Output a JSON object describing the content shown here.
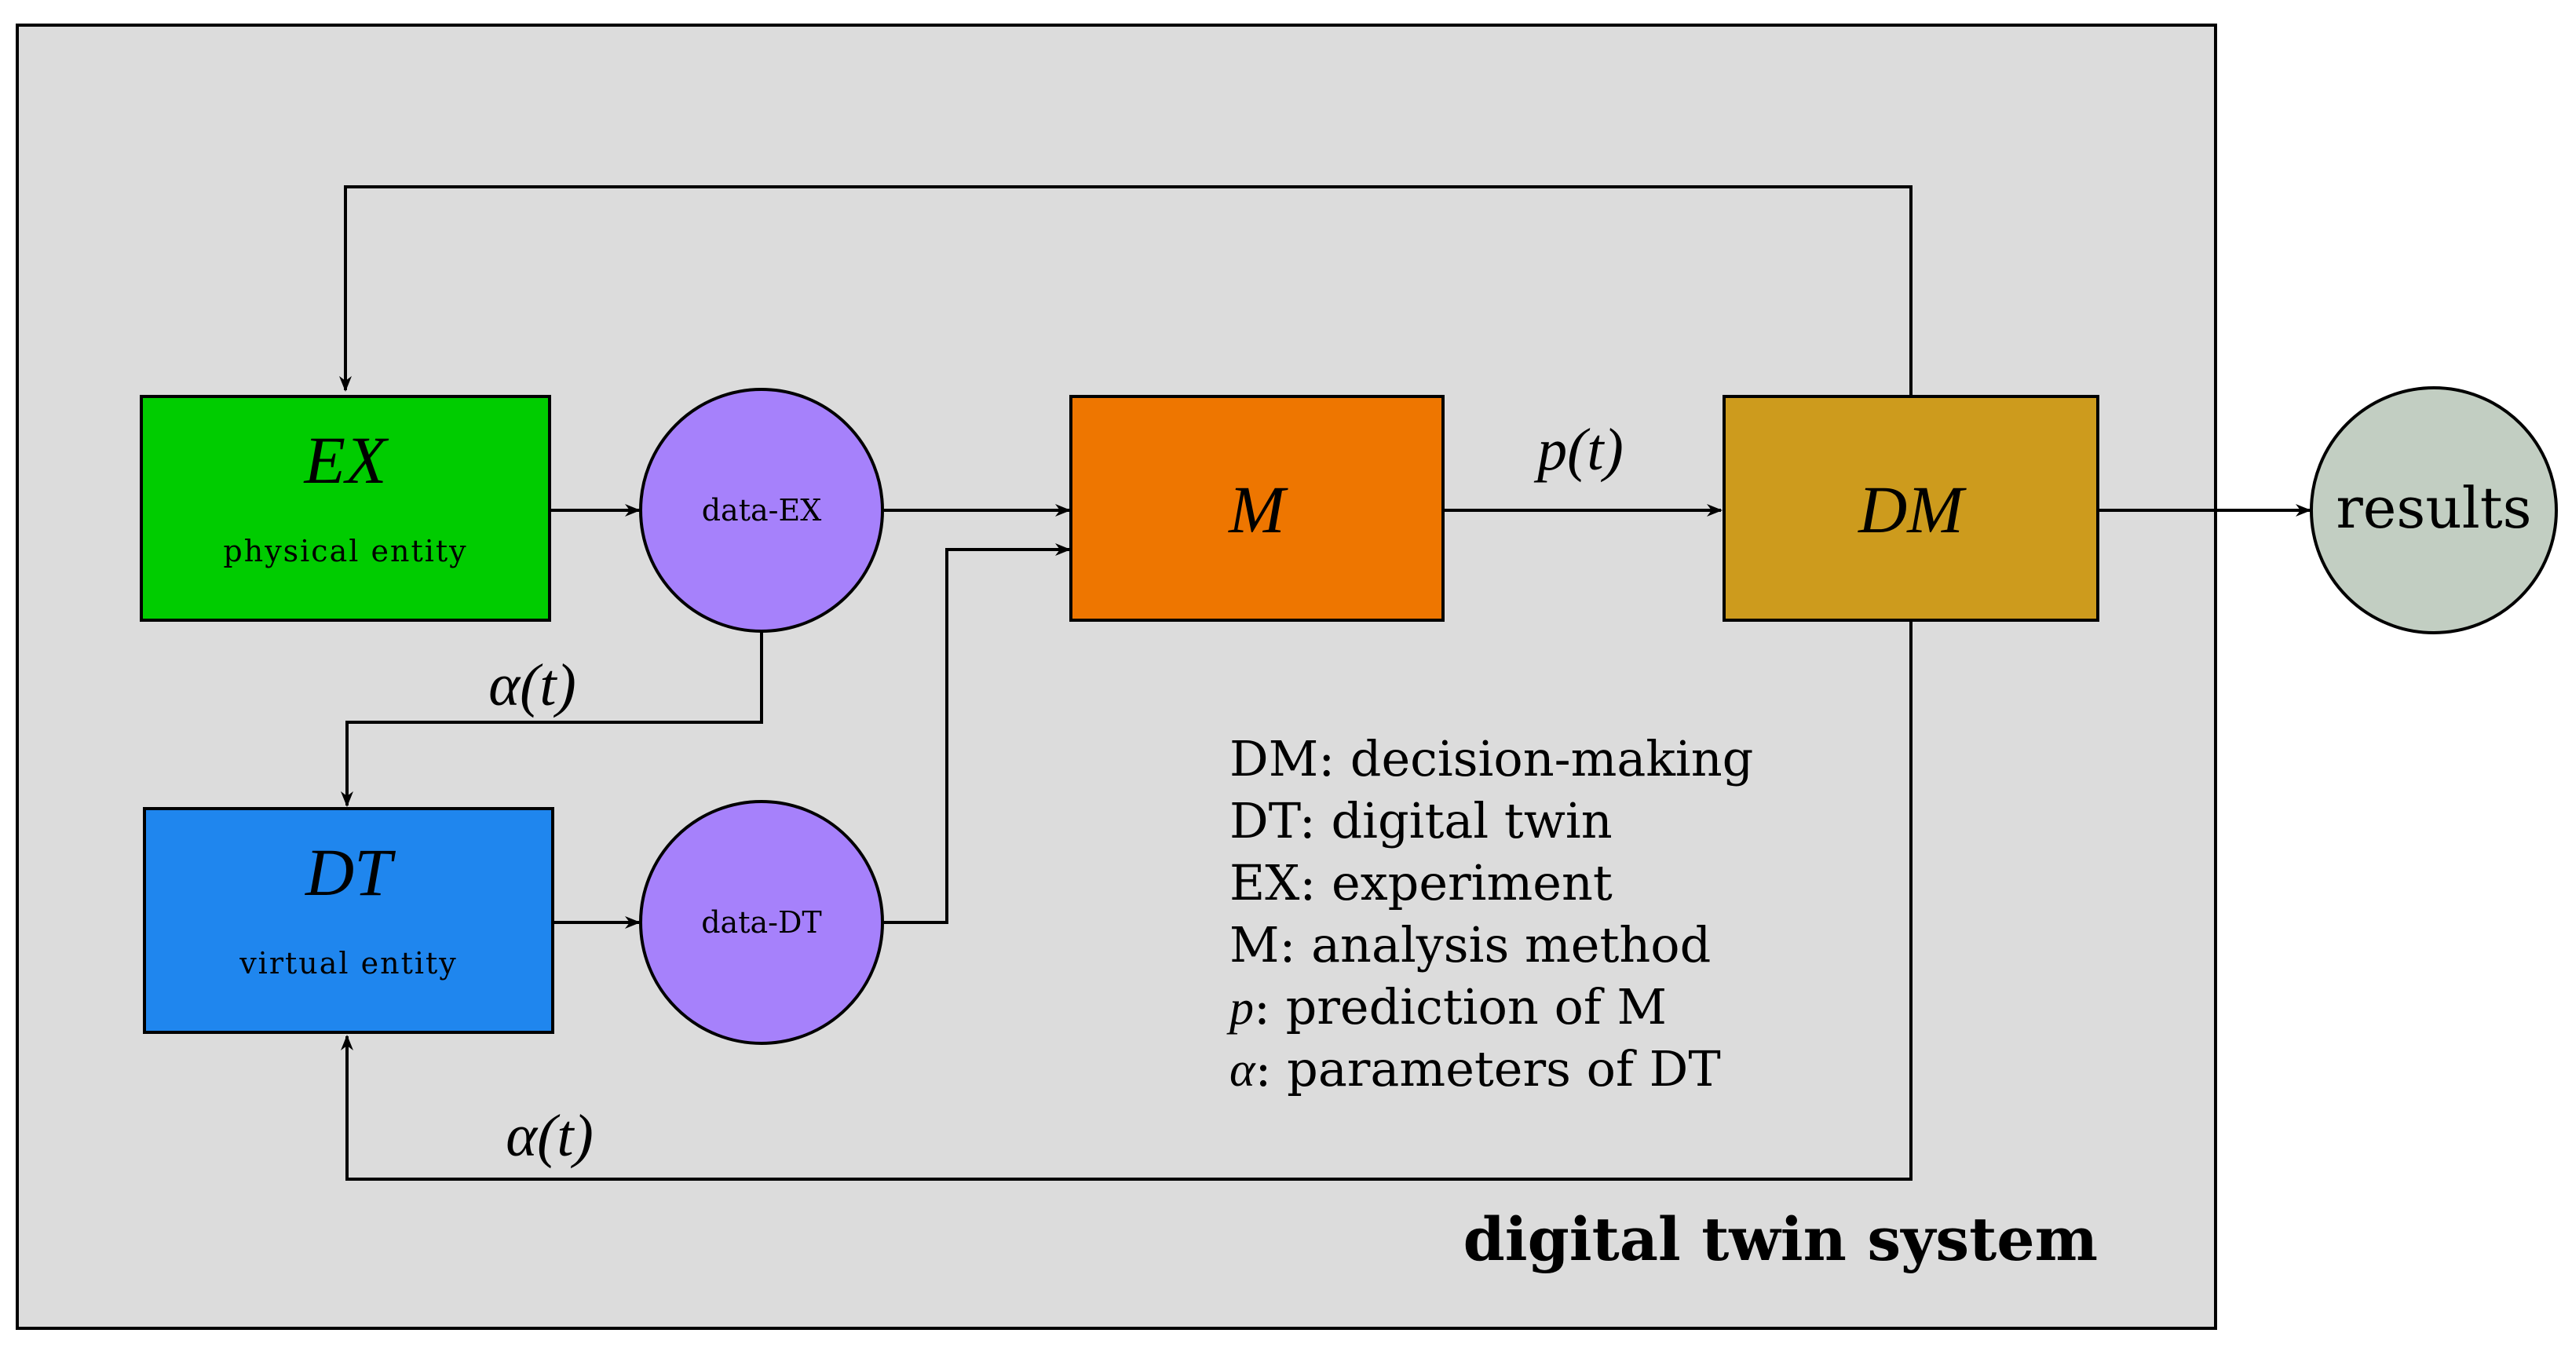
{
  "system": {
    "label": "digital twin system",
    "background": "#dcdcdc"
  },
  "nodes": {
    "ex": {
      "title": "EX",
      "subtitle": "physical entity",
      "color": "#00cc00"
    },
    "dt": {
      "title": "DT",
      "subtitle": "virtual entity",
      "color": "#1f86ee"
    },
    "data_ex": {
      "label": "data-EX",
      "color": "#a681fb"
    },
    "data_dt": {
      "label": "data-DT",
      "color": "#a681fb"
    },
    "m": {
      "title": "M",
      "color": "#ee7600"
    },
    "dm": {
      "title": "DM",
      "color": "#cd9b1d"
    },
    "results": {
      "label": "results",
      "color": "#c2cec2"
    }
  },
  "edge_labels": {
    "p_t": "p(t)",
    "alpha_t_upper": "α(t)",
    "alpha_t_lower": "α(t)"
  },
  "legend": [
    {
      "key": "DM",
      "text": ": decision-making"
    },
    {
      "key": "DT",
      "text": ": digital twin"
    },
    {
      "key": "EX",
      "text": ": experiment"
    },
    {
      "key": "M",
      "text": ": analysis method"
    },
    {
      "key": "p",
      "text": ": prediction of M"
    },
    {
      "key": "α",
      "text": ": parameters of DT"
    }
  ]
}
